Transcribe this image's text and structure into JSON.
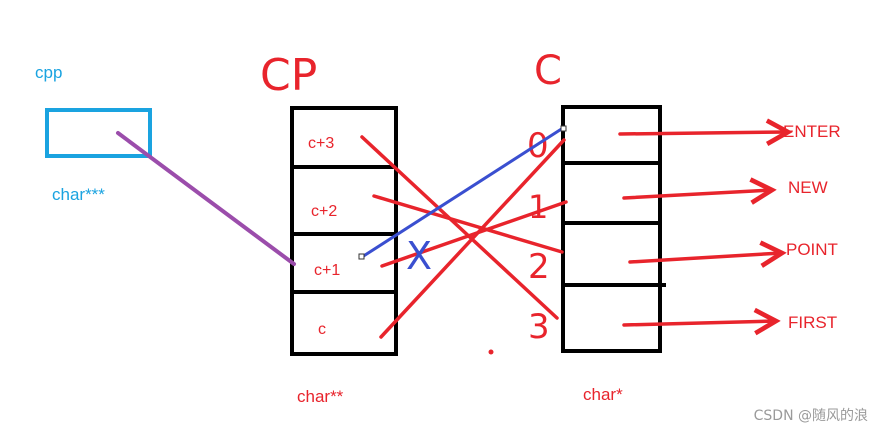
{
  "colors": {
    "red": "#e8242c",
    "blue": "#1aa3e0",
    "purple": "#9b4dab",
    "navy": "#3a4fd0",
    "black": "#000000",
    "watermark": "#9a9a9a"
  },
  "cpp": {
    "name": "cpp",
    "type": "char***"
  },
  "cp": {
    "name": "CP",
    "type": "char**",
    "cells": [
      "c+3",
      "c+2",
      "c+1",
      "c"
    ]
  },
  "c": {
    "name": "C",
    "type": "char*",
    "indices": [
      "0",
      "1",
      "2",
      "3"
    ]
  },
  "strings": [
    "ENTER",
    "NEW",
    "POINT",
    "FIRST"
  ],
  "marks": {
    "cross": "X"
  },
  "watermark": "CSDN @随风的浪"
}
